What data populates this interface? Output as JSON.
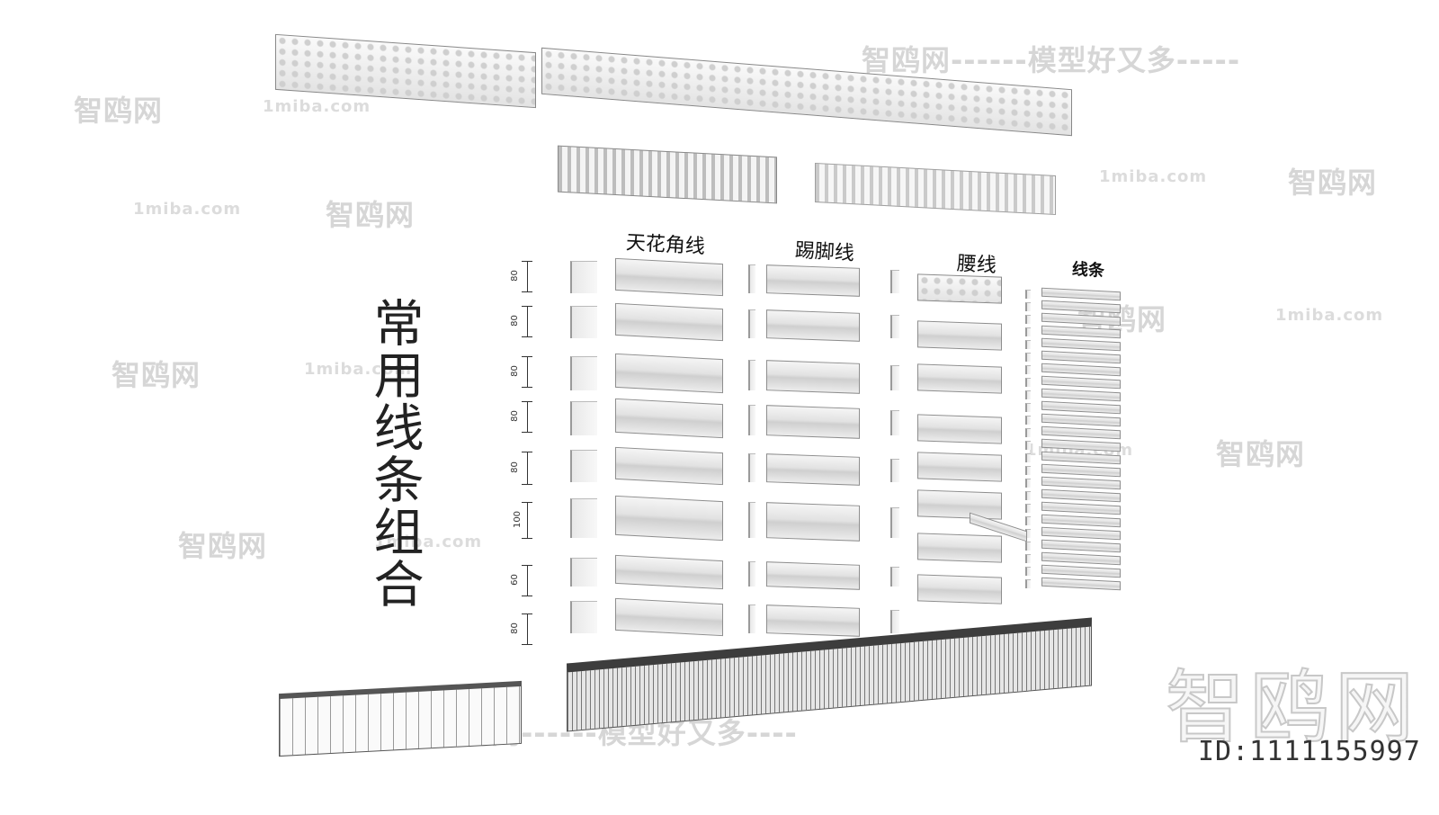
{
  "title": "常用线条组合",
  "columns": {
    "ceiling": "天花角线",
    "skirting": "踢脚线",
    "waist": "腰线",
    "lines": "线条"
  },
  "dimensions": [
    "80",
    "80",
    "80",
    "80",
    "80",
    "100",
    "60",
    "80"
  ],
  "watermark": {
    "brand": "智鸥网",
    "brand_line_top": "智鸥网------模型好又多-----",
    "brand_line_bottom": "智鸥网------模型好又多----",
    "domain": "1miba.com",
    "id": "ID:1111155997"
  },
  "colors": {
    "ink": "#111111",
    "watermark": "#d6d6d6",
    "molding": "#e2e2e2"
  }
}
